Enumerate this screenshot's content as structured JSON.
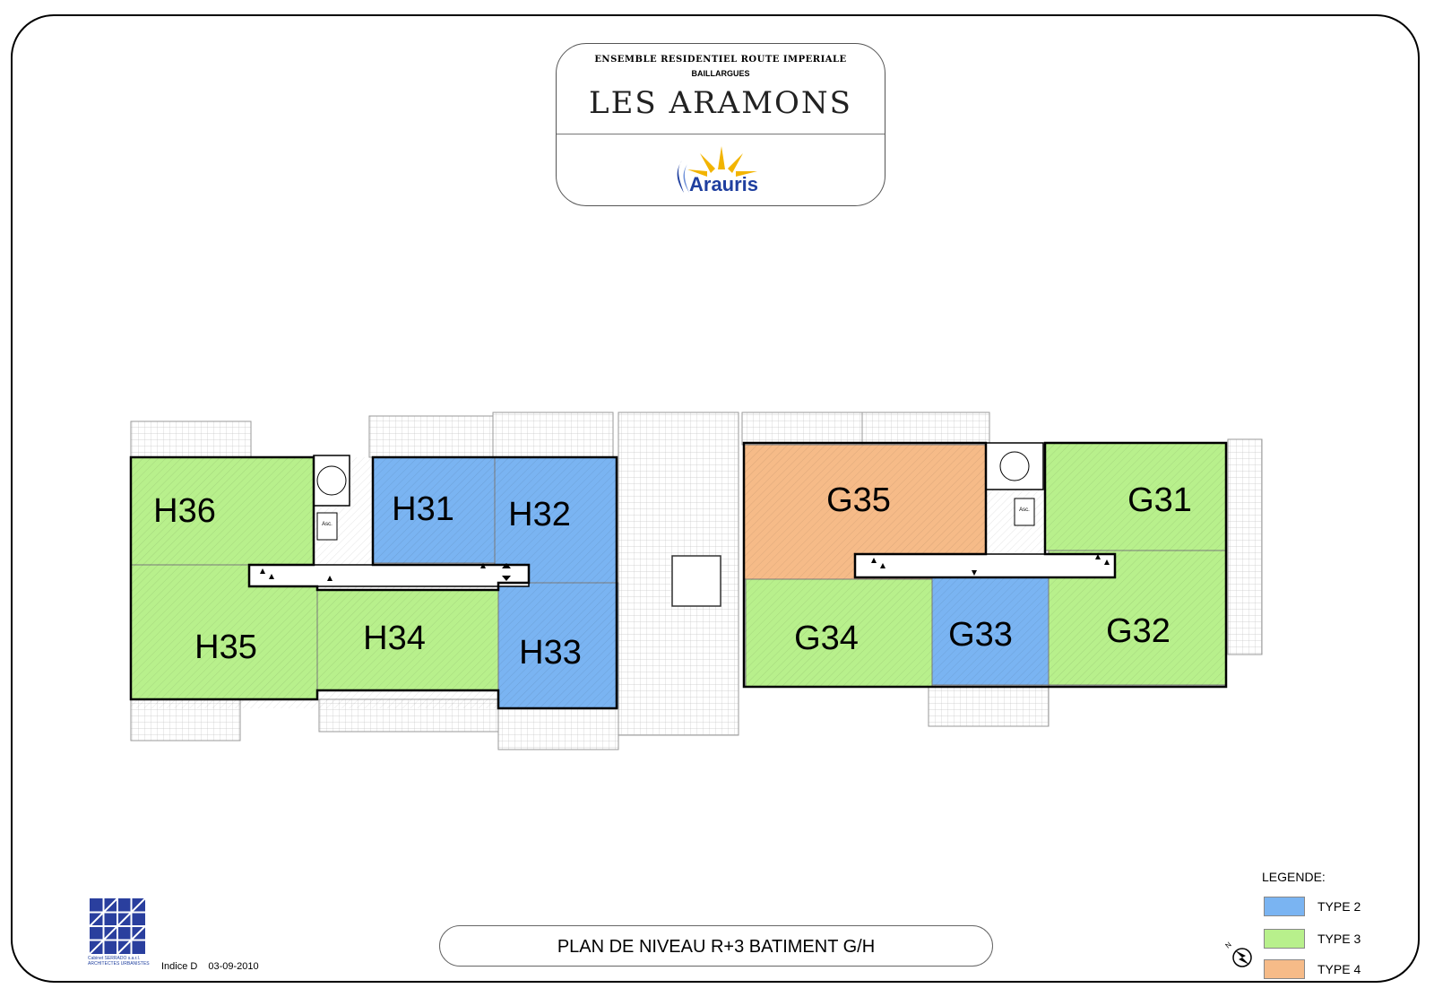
{
  "title_block": {
    "line1": "ENSEMBLE RESIDENTIEL ROUTE IMPERIALE",
    "line2": "BAILLARGUES",
    "main": "LES ARAMONS",
    "logo_text": "Arauris"
  },
  "plan": {
    "units": [
      {
        "id": "H36",
        "type": 3
      },
      {
        "id": "H31",
        "type": 2
      },
      {
        "id": "H32",
        "type": 2
      },
      {
        "id": "H35",
        "type": 3
      },
      {
        "id": "H34",
        "type": 3
      },
      {
        "id": "H33",
        "type": 2
      },
      {
        "id": "G35",
        "type": 4
      },
      {
        "id": "G31",
        "type": 3
      },
      {
        "id": "G34",
        "type": 3
      },
      {
        "id": "G33",
        "type": 2
      },
      {
        "id": "G32",
        "type": 3
      }
    ],
    "lift_label": "Asc."
  },
  "legend": {
    "title": "LEGENDE:",
    "items": [
      {
        "label": "TYPE 2",
        "color": "#7ab4f2"
      },
      {
        "label": "TYPE 3",
        "color": "#b8f08c"
      },
      {
        "label": "TYPE 4",
        "color": "#f6bb88"
      }
    ]
  },
  "drawing_title": "PLAN DE NIVEAU R+3  BATIMENT G/H",
  "architect": {
    "name": "Cabinet SERRADO s.a.r.l.  ARCHITECTES URBANISTES",
    "indice": "Indice D",
    "date": "03-09-2010"
  },
  "compass_label": "N"
}
